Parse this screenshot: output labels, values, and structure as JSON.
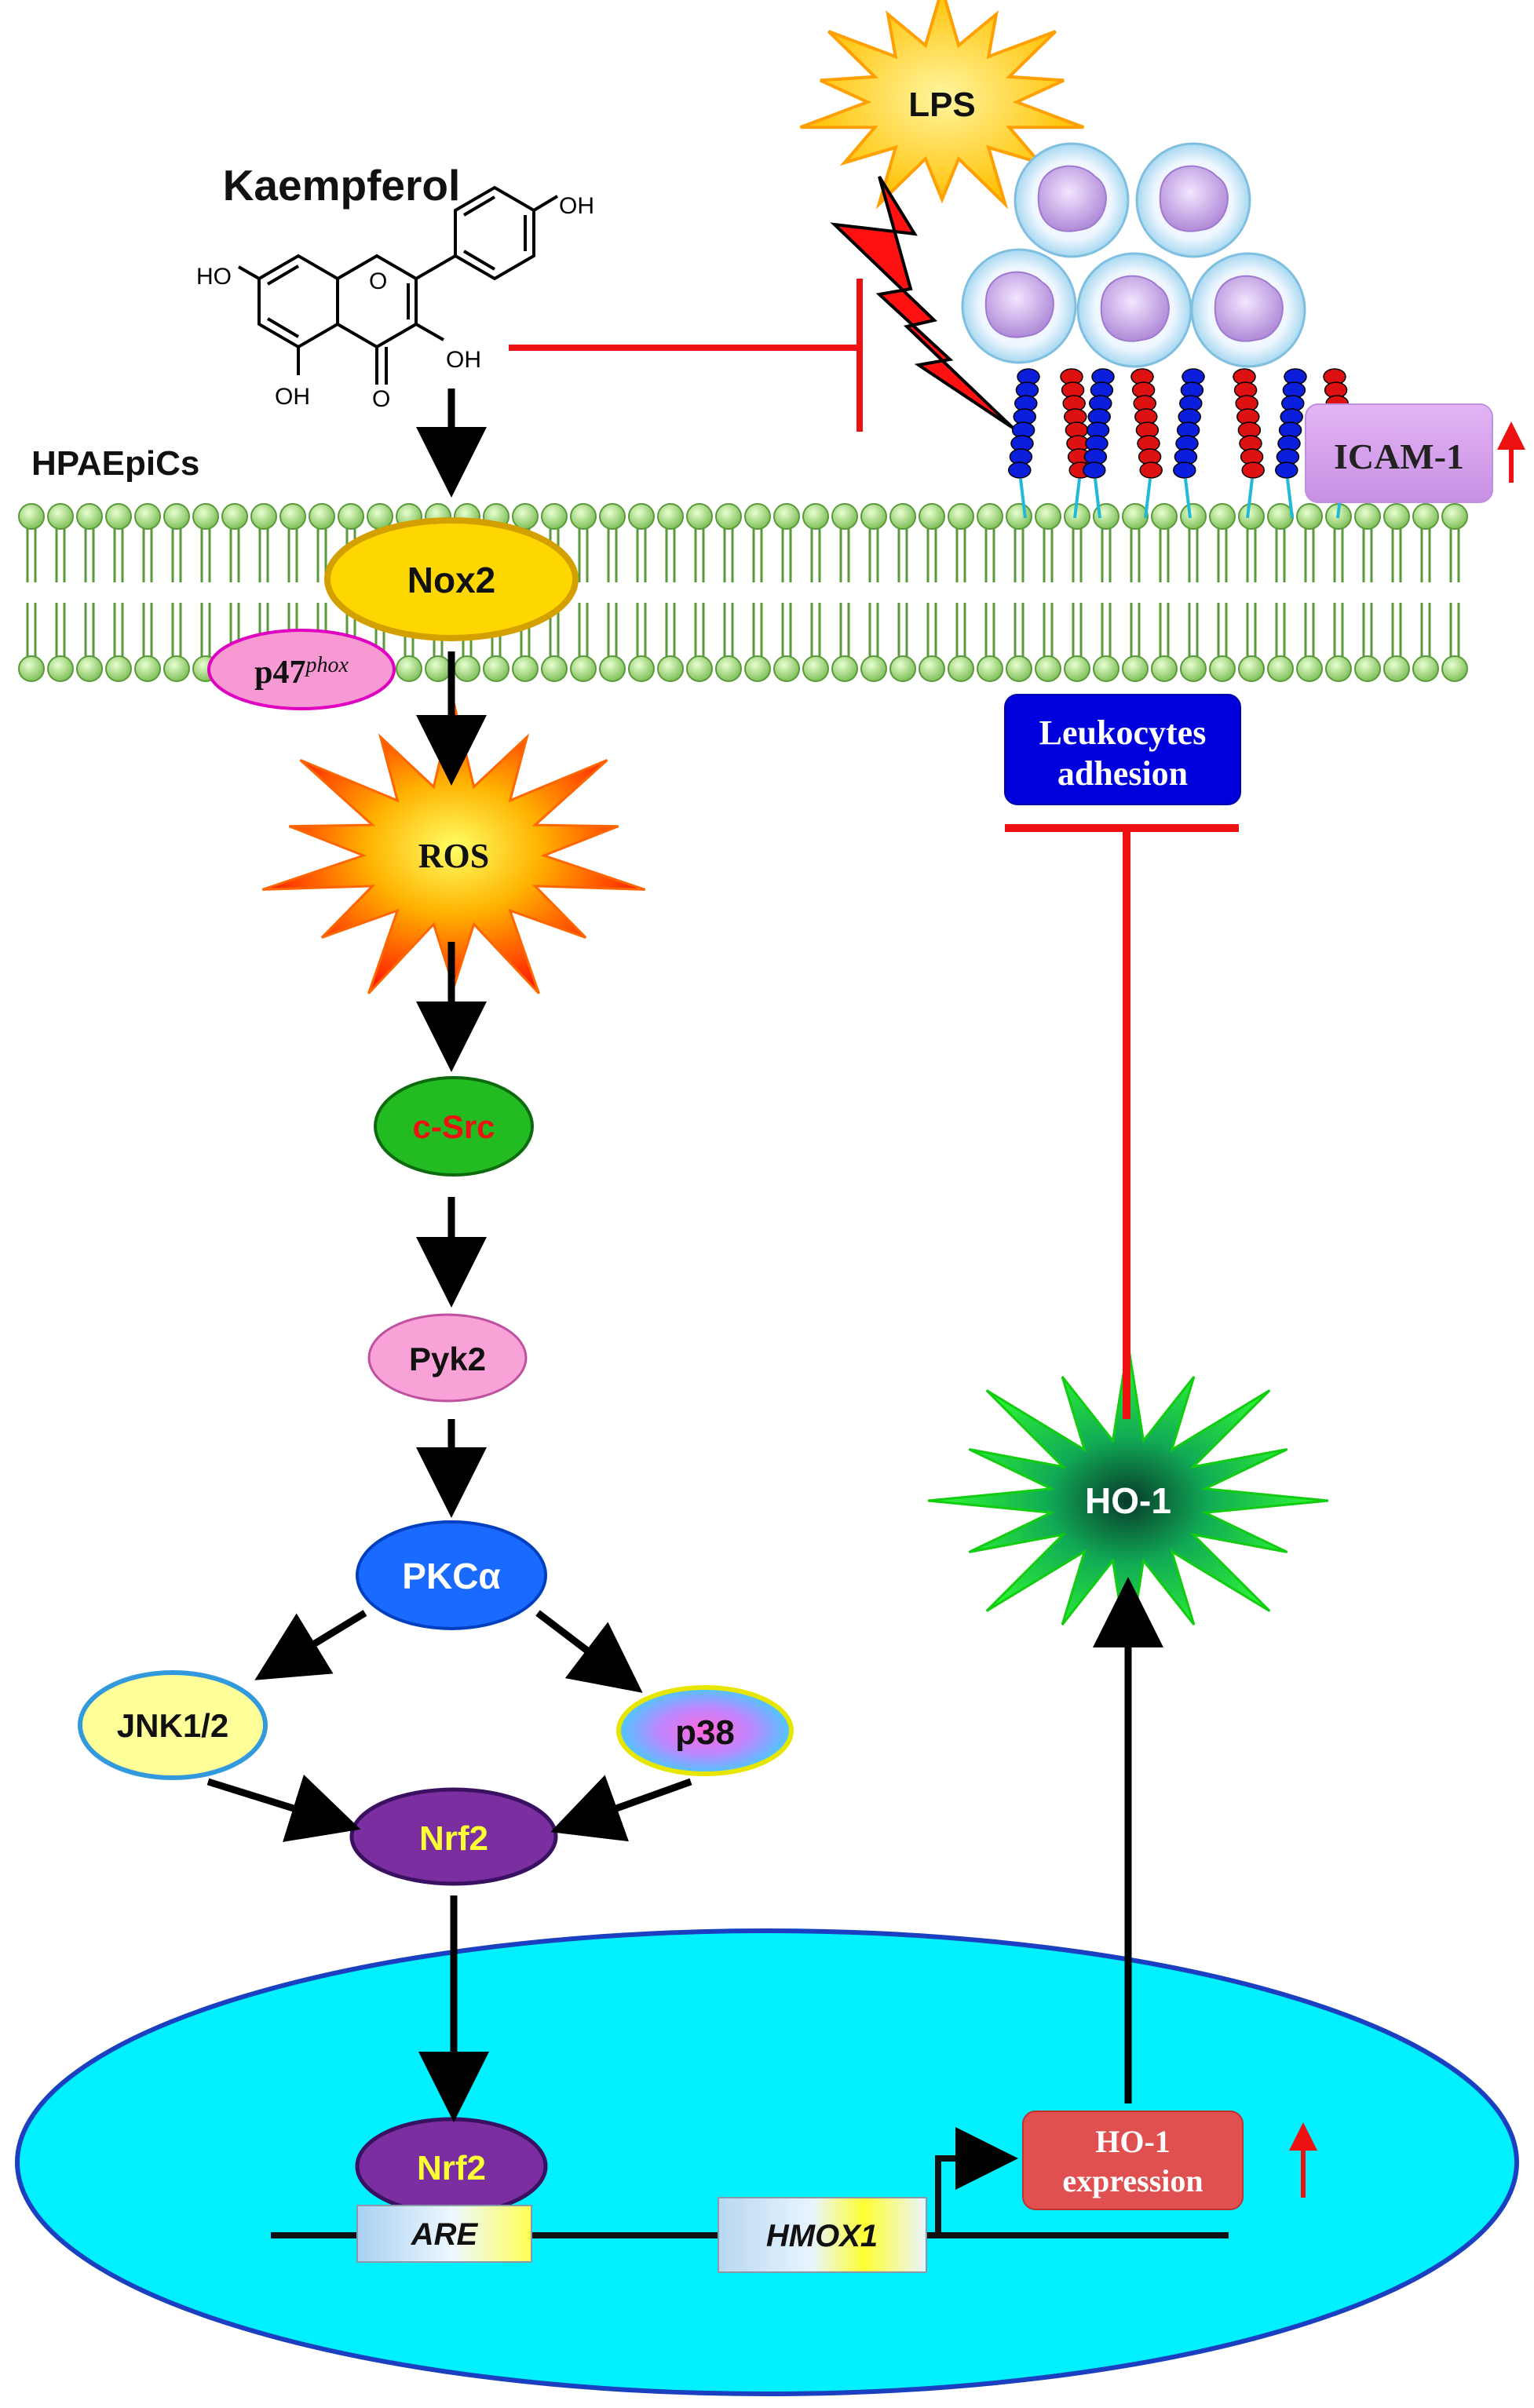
{
  "compound": {
    "name": "Kaempferol",
    "oh_top": "OH",
    "oh_left": "HO",
    "oh_right": "OH",
    "oh_bottom": "OH",
    "keto": "O",
    "ring_o": "O"
  },
  "cell_label": "HPAEpiCs",
  "stimulus": "LPS",
  "nodes": {
    "nox2": "Nox2",
    "p47_main": "p47",
    "p47_sup": "phox",
    "ros": "ROS",
    "csrc": "c-Src",
    "pyk2": "Pyk2",
    "pkca": "PKCα",
    "jnk": "JNK1/2",
    "p38": "p38",
    "nrf2_cyto": "Nrf2",
    "nrf2_nuc": "Nrf2",
    "are": "ARE",
    "hmox1": "HMOX1",
    "ho1_expr_line1": "HO-1",
    "ho1_expr_line2": "expression",
    "ho1": "HO-1",
    "icam": "ICAM-1",
    "leuko_line1": "Leukocytes",
    "leuko_line2": "adhesion"
  },
  "colors": {
    "nox2": "#ffd700",
    "p47": "#f79ad3",
    "csrc": "#22bb22",
    "pyk2": "#f8a2d8",
    "pkca": "#1a6aff",
    "jnk": "#ffff99",
    "p38": "#3fd4ff",
    "nrf2": "#7b2ea0",
    "nucleus": "#00f0ff",
    "inhibit": "#ee1111",
    "icam": "#d69aee",
    "leuko": "#0000dd",
    "ho1_expr": "#e05050"
  }
}
